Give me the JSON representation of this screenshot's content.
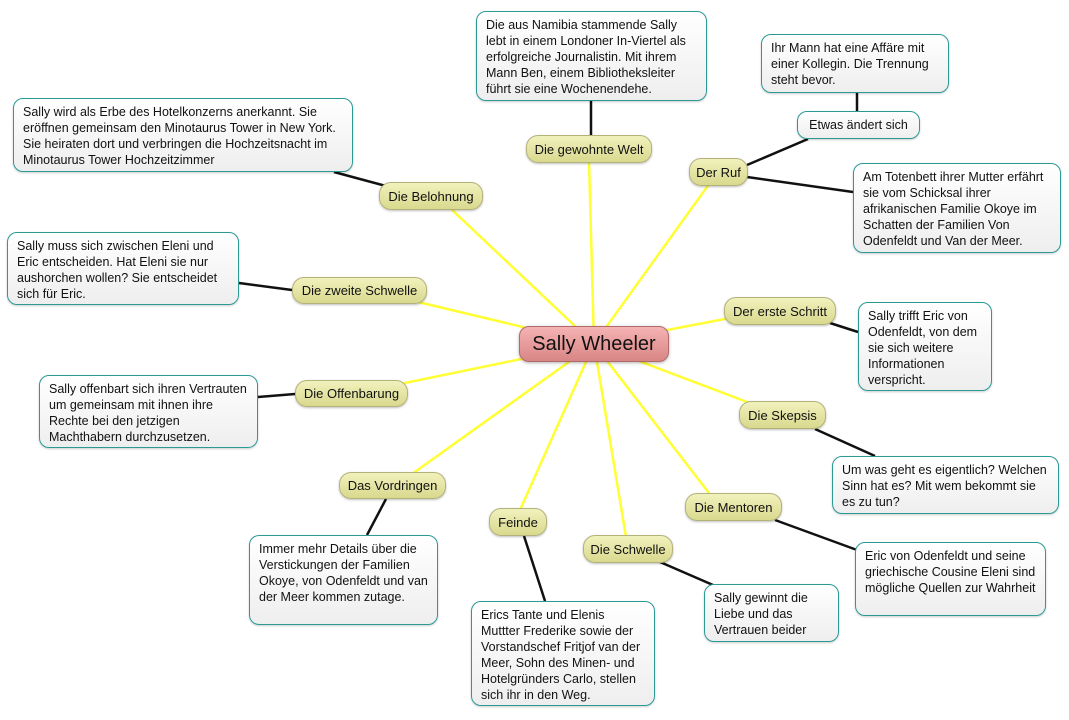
{
  "center": "Sally Wheeler",
  "branches": {
    "gewohnte_welt": {
      "label": "Die gewohnte Welt",
      "note": "Die aus Namibia stammende Sally lebt in einem Londoner In-Viertel als erfolgreiche Journalistin. Mit ihrem Mann Ben, einem Bibliotheksleiter führt sie eine Wochenendehe."
    },
    "ruf": {
      "label": "Der Ruf",
      "sub": "Etwas ändert sich",
      "sub_note": "Ihr Mann hat eine Affäre mit einer Kollegin. Die Trennung steht bevor.",
      "note": "Am Totenbett ihrer Mutter erfährt sie vom Schicksal ihrer afrikanischen Familie Okoye im Schatten der Familien Von Odenfeldt und Van der Meer."
    },
    "erste_schritt": {
      "label": "Der erste Schritt",
      "note": "Sally trifft Eric von Odenfeldt, von dem sie sich weitere Informationen verspricht."
    },
    "skepsis": {
      "label": "Die Skepsis",
      "note": "Um was geht es eigentlich? Welchen Sinn hat es? Mit wem bekommt sie es zu tun?"
    },
    "mentoren": {
      "label": "Die Mentoren",
      "note": "Eric von Odenfeldt und seine griechische Cousine Eleni sind mögliche Quellen zur Wahrheit"
    },
    "schwelle": {
      "label": "Die Schwelle",
      "note": "Sally gewinnt die Liebe und das Vertrauen beider"
    },
    "feinde": {
      "label": "Feinde",
      "note": "Erics Tante und Elenis Muttter Frederike sowie der Vorstandschef Fritjof van der Meer, Sohn des Minen- und Hotelgründers Carlo, stellen sich ihr in den Weg."
    },
    "vordringen": {
      "label": "Das Vordringen",
      "note": "Immer mehr Details über die Verstickungen der Familien Okoye, von Odenfeldt und van der Meer  kommen zutage."
    },
    "offenbarung": {
      "label": "Die Offenbarung",
      "note": "Sally offenbart sich ihren Vertrauten um gemeinsam mit ihnen ihre Rechte bei den jetzigen Machthabern durchzusetzen."
    },
    "zweite_schwelle": {
      "label": "Die zweite Schwelle",
      "note": "Sally muss sich zwischen Eleni und Eric entscheiden. Hat Eleni sie nur aushorchen wollen? Sie entscheidet sich für Eric."
    },
    "belohnung": {
      "label": "Die Belohnung",
      "note": "Sally wird als Erbe des Hotelkonzerns anerkannt. Sie eröffnen gemeinsam den Minotaurus Tower in New York. Sie heiraten dort und verbringen die Hochzeitsnacht im Minotaurus Tower Hochzeitzimmer"
    }
  }
}
